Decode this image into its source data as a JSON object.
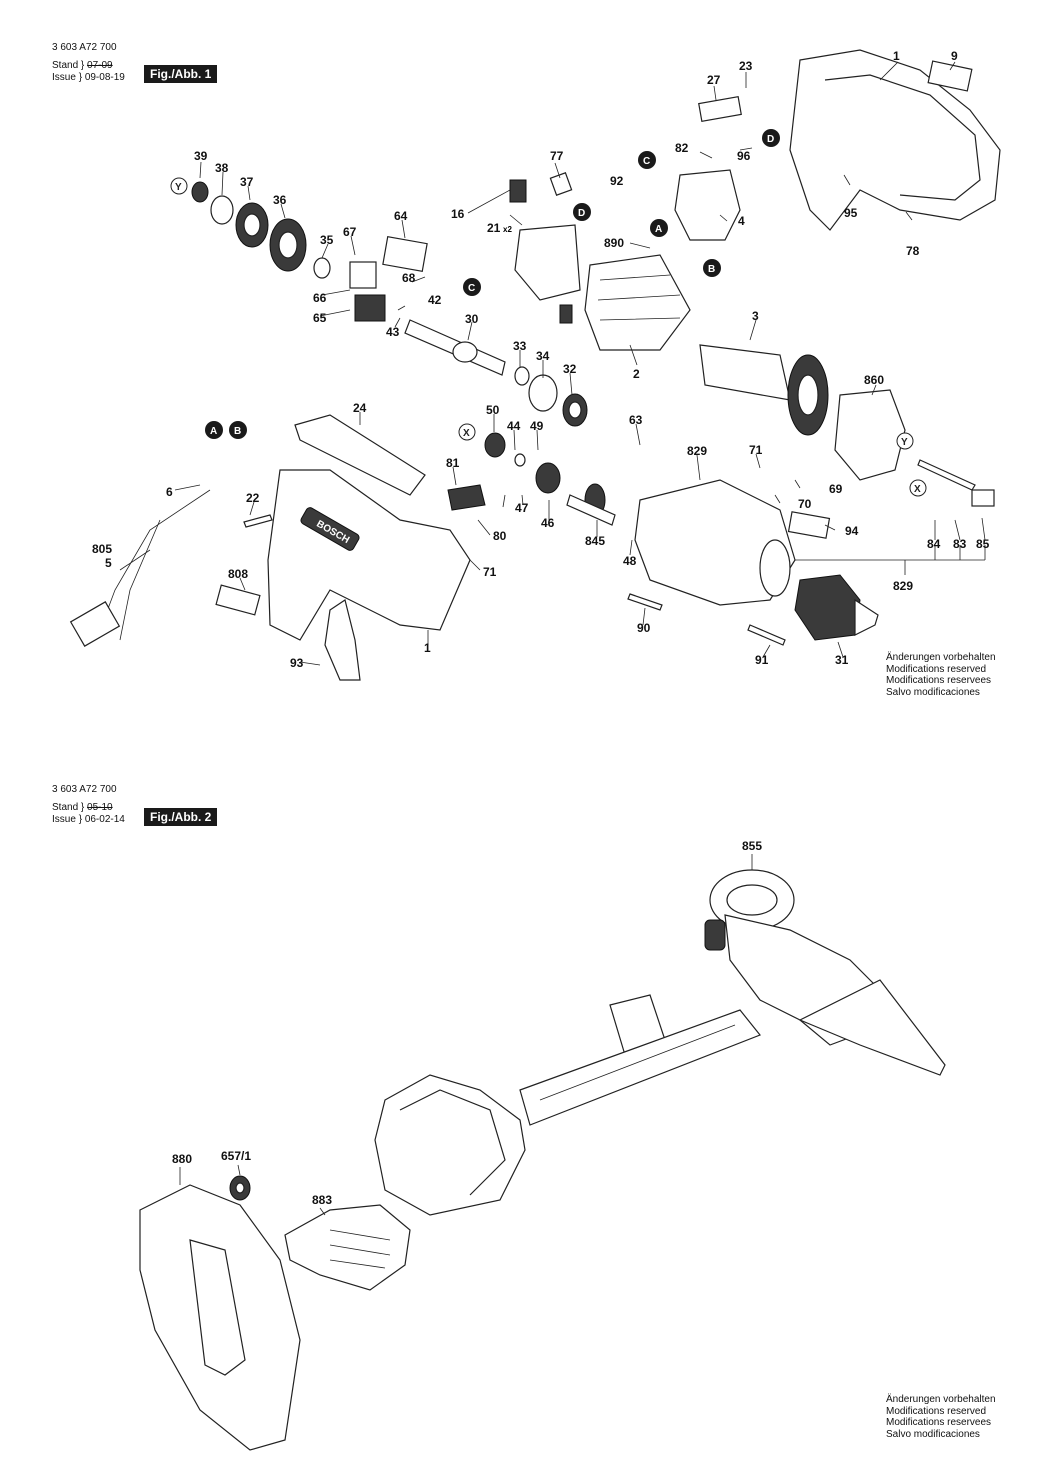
{
  "figures": [
    {
      "doc_number": "3 603 A72 700",
      "stand_label": "Stand",
      "stand_old": "07-09",
      "issue_label": "Issue",
      "issue_date": "09-08-19",
      "fig_label": "Fig./Abb. 1",
      "notes": [
        "Änderungen vorbehalten",
        "Modifications reserved",
        "Modifications reservees",
        "Salvo modificaciones"
      ]
    },
    {
      "doc_number": "3 603 A72 700",
      "stand_label": "Stand",
      "stand_old": "05-10",
      "issue_label": "Issue",
      "issue_date": "06-02-14",
      "fig_label": "Fig./Abb. 2",
      "notes": [
        "Änderungen vorbehalten",
        "Modifications reserved",
        "Modifications reservees",
        "Salvo modificaciones"
      ]
    }
  ],
  "fig1_callouts": [
    "1",
    "9",
    "23",
    "27",
    "82",
    "96",
    "95",
    "78",
    "4",
    "890",
    "77",
    "92",
    "16",
    "21",
    "x2",
    "39",
    "38",
    "37",
    "36",
    "35",
    "67",
    "64",
    "68",
    "42",
    "43",
    "66",
    "65",
    "30",
    "33",
    "34",
    "32",
    "2",
    "3",
    "860",
    "24",
    "50",
    "44",
    "49",
    "47",
    "46",
    "63",
    "829",
    "71",
    "69",
    "70",
    "6",
    "22",
    "81",
    "80",
    "71",
    "845",
    "48",
    "94",
    "84",
    "83",
    "85",
    "805",
    "5",
    "808",
    "93",
    "1",
    "90",
    "91",
    "31"
  ],
  "fig2_callouts": [
    "855",
    "880",
    "657/1",
    "883"
  ],
  "connector_symbols": [
    "A",
    "B",
    "C",
    "D",
    "X",
    "Y"
  ]
}
